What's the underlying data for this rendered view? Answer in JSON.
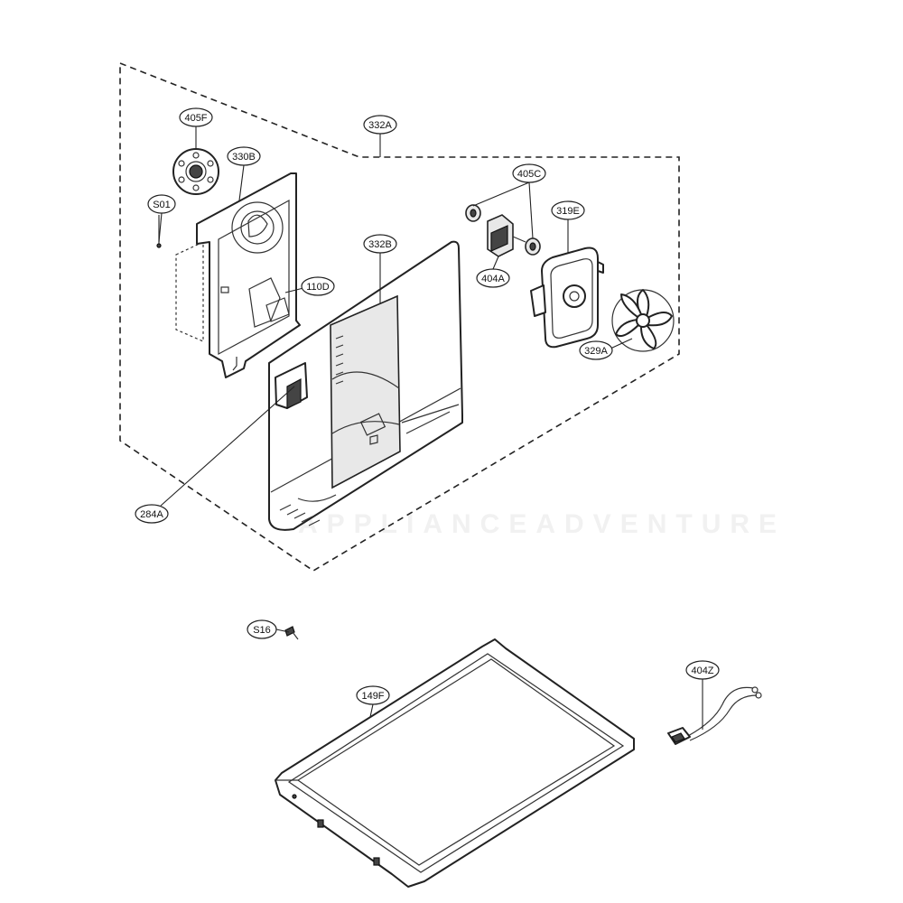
{
  "watermark": "APPLIANCEADVENTURE",
  "callouts": {
    "c405F": "405F",
    "c330B": "330B",
    "cS01": "S01",
    "c332A": "332A",
    "c405C": "405C",
    "c319E": "319E",
    "c332B": "332B",
    "c404A": "404A",
    "c110D": "110D",
    "c329A": "329A",
    "c284A": "284A",
    "cS16": "S16",
    "c149F": "149F",
    "c404Z": "404Z"
  }
}
